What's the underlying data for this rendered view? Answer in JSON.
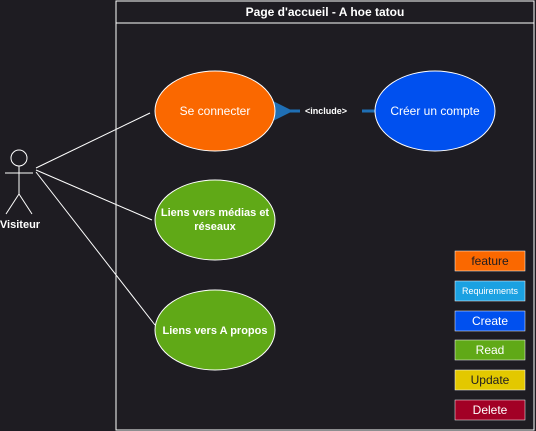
{
  "diagram": {
    "title": "Page d'accueil - A hoe tatou",
    "actor": {
      "label": "Visiteur"
    },
    "use_cases": [
      {
        "id": "se-connecter",
        "label_lines": [
          "Se connecter"
        ],
        "color": "#fa6800"
      },
      {
        "id": "creer-compte",
        "label_lines": [
          "Créer un compte"
        ],
        "color": "#0050ef"
      },
      {
        "id": "liens-medias",
        "label_lines": [
          "Liens vers médias et",
          "réseaux"
        ],
        "color": "#60a917"
      },
      {
        "id": "liens-apropos",
        "label_lines": [
          "Liens vers A propos"
        ],
        "color": "#60a917"
      }
    ],
    "include_label": "<include>",
    "include_arrow_color": "#1f6fb5",
    "legend": [
      {
        "label": "feature",
        "color": "#fa6800",
        "text_color": "#1e1c22"
      },
      {
        "label": "Requirements",
        "color": "#1ba1e2",
        "text_color": "#ffffff"
      },
      {
        "label": "Create",
        "color": "#0050ef",
        "text_color": "#ffffff"
      },
      {
        "label": "Read",
        "color": "#60a917",
        "text_color": "#ffffff"
      },
      {
        "label": "Update",
        "color": "#e3c800",
        "text_color": "#1e1c22"
      },
      {
        "label": "Delete",
        "color": "#a20025",
        "text_color": "#ffffff"
      }
    ]
  }
}
